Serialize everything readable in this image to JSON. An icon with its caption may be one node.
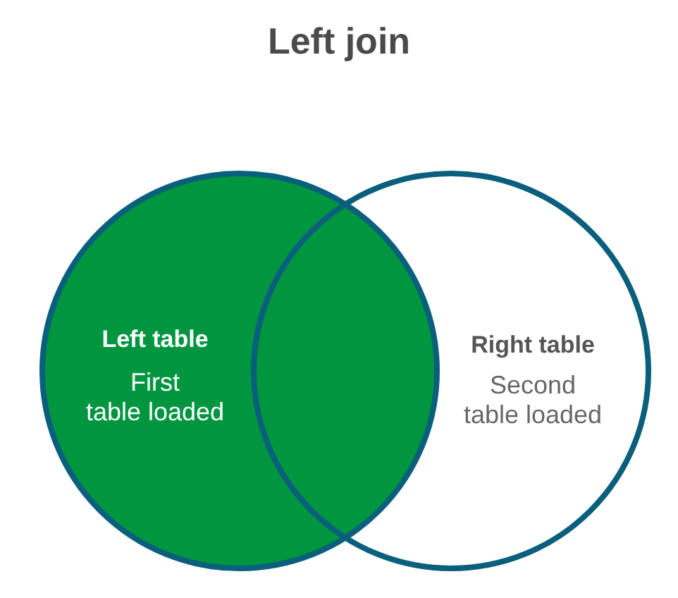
{
  "diagram": {
    "title": "Left join",
    "nodes": [
      {
        "text": [
          "Left table",
          "First table loaded"
        ]
      },
      {
        "text": [
          "Right table",
          "Second table loaded"
        ]
      }
    ]
  }
}
